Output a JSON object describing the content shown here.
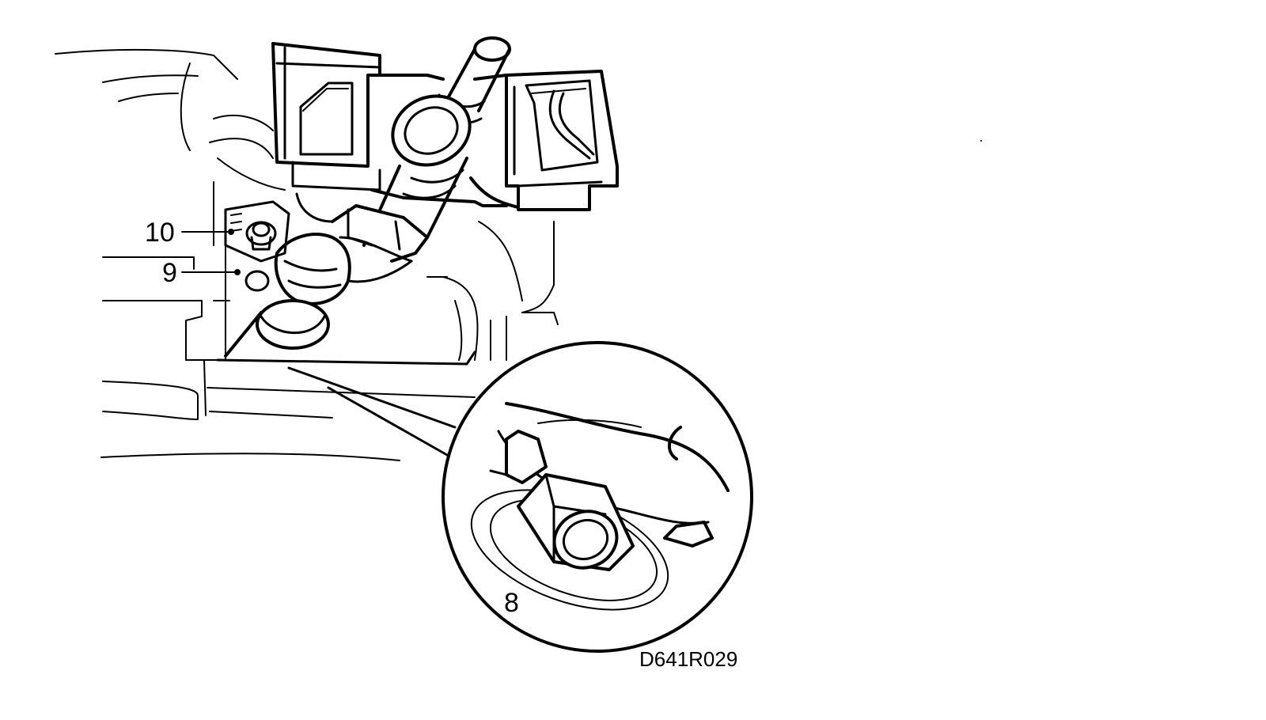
{
  "callouts": [
    {
      "id": "10",
      "label": "10"
    },
    {
      "id": "9",
      "label": "9"
    },
    {
      "id": "8",
      "label": "8"
    }
  ],
  "figure_ref": "D641R029"
}
